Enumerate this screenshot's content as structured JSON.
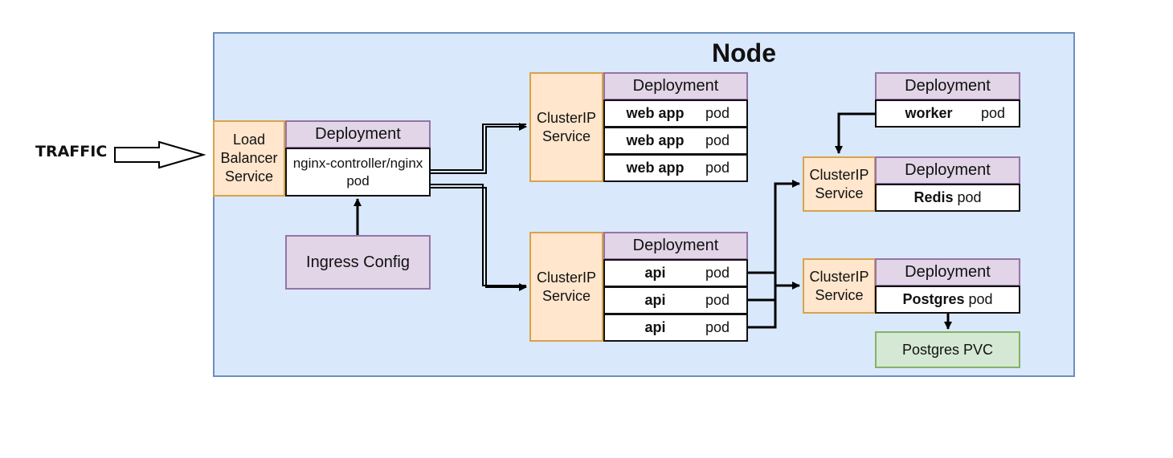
{
  "traffic_label": "TRAFFIC",
  "node_title": "Node",
  "lb": {
    "text": "Load Balancer Service"
  },
  "nginx": {
    "deployment": "Deployment",
    "pod": "nginx-controller/nginx pod"
  },
  "ingress": "Ingress Config",
  "web": {
    "service": "ClusterIP Service",
    "deployment": "Deployment",
    "pods": [
      {
        "name": "web app",
        "suffix": "pod"
      },
      {
        "name": "web app",
        "suffix": "pod"
      },
      {
        "name": "web app",
        "suffix": "pod"
      }
    ]
  },
  "api": {
    "service": "ClusterIP Service",
    "deployment": "Deployment",
    "pods": [
      {
        "name": "api",
        "suffix": "pod"
      },
      {
        "name": "api",
        "suffix": "pod"
      },
      {
        "name": "api",
        "suffix": "pod"
      }
    ]
  },
  "worker": {
    "deployment": "Deployment",
    "name": "worker",
    "suffix": "pod"
  },
  "redis": {
    "service": "ClusterIP Service",
    "deployment": "Deployment",
    "name": "Redis",
    "suffix": "pod"
  },
  "postgres": {
    "service": "ClusterIP Service",
    "deployment": "Deployment",
    "name": "Postgres",
    "suffix": "pod"
  },
  "pvc": "Postgres PVC"
}
